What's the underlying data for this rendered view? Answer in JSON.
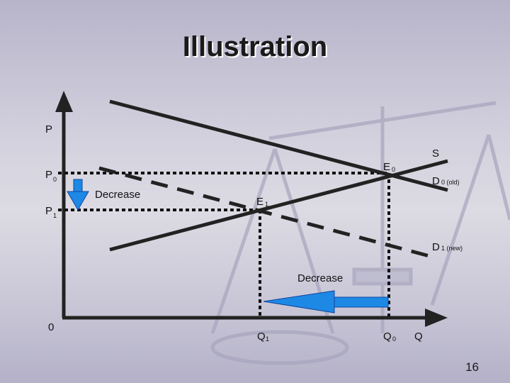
{
  "slide": {
    "title": "Illustration",
    "page_number": "16"
  },
  "axes": {
    "y_label": "P",
    "x_label": "Q",
    "origin": "0"
  },
  "price_labels": {
    "p0": "P",
    "p0_sub": "0",
    "p1": "P",
    "p1_sub": "1"
  },
  "quantity_labels": {
    "q1": "Q",
    "q1_sub": "1",
    "q0": "Q",
    "q0_sub": "0"
  },
  "curves": {
    "supply": "S",
    "demand_old": "D",
    "demand_old_sub": "0 (old)",
    "demand_new": "D",
    "demand_new_sub": "1 (new)"
  },
  "equilibria": {
    "e0": "E",
    "e0_sub": "0",
    "e1": "E",
    "e1_sub": "1"
  },
  "annotations": {
    "price_decrease": "Decrease",
    "quantity_decrease": "Decrease"
  },
  "colors": {
    "arrow": "#1e88e5",
    "line": "#222222"
  }
}
